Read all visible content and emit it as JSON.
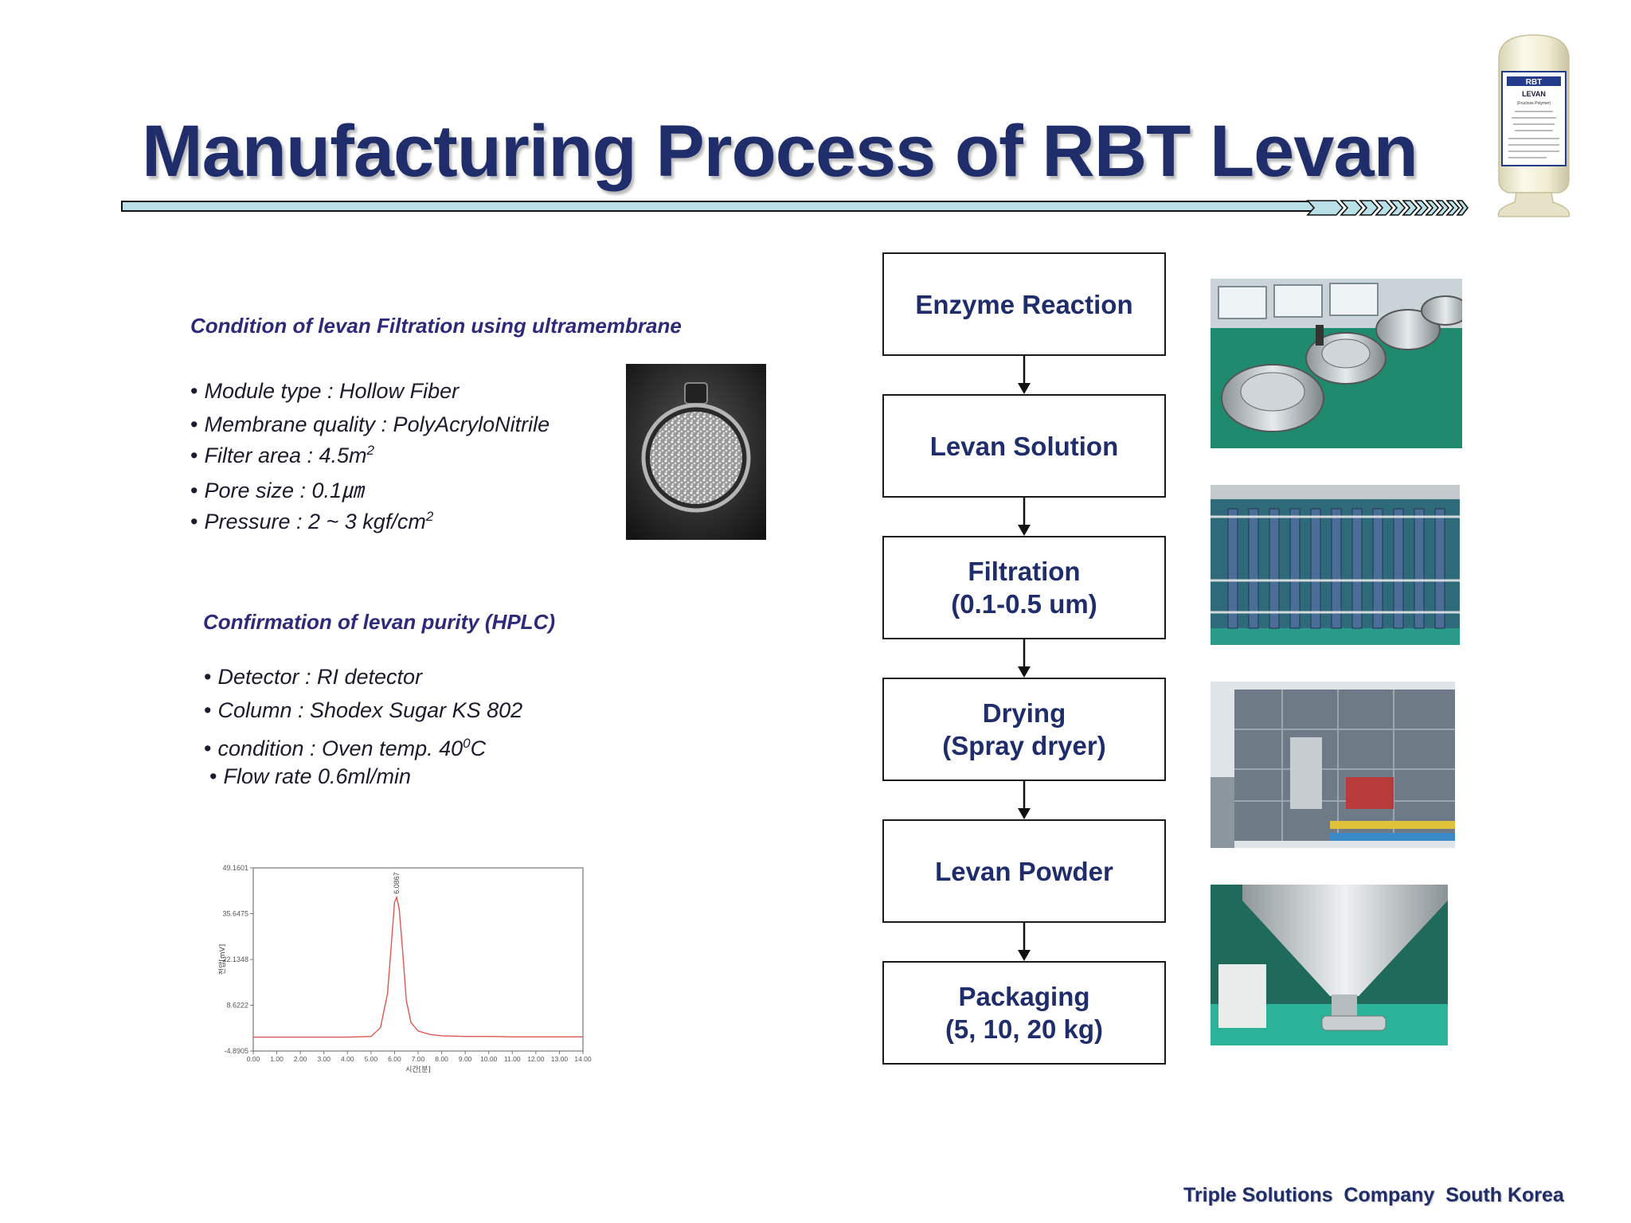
{
  "title": "Manufacturing Process of RBT Levan",
  "filtration": {
    "heading": "Condition of levan Filtration using ultramembrane",
    "items": [
      {
        "label": "Module type : Hollow Fiber",
        "sup": ""
      },
      {
        "label": "Membrane quality : PolyAcryloNitrile",
        "sup": ""
      },
      {
        "label": "Filter area : 4.5m",
        "sup": "2"
      },
      {
        "label": "Pore size : 0.1㎛",
        "sup": ""
      },
      {
        "label": "Pressure : 2  ~ 3 kgf/cm",
        "sup": "2"
      }
    ]
  },
  "hplc": {
    "heading": "Confirmation of levan purity (HPLC)",
    "items": [
      {
        "label": "Detector : RI detector",
        "sup": "",
        "suffix": ""
      },
      {
        "label": "Column : Shodex Sugar KS 802",
        "sup": "",
        "suffix": ""
      },
      {
        "label": "condition : Oven temp. 40",
        "sup": "0",
        "suffix": "C"
      },
      {
        "label": "Flow rate 0.6ml/min",
        "sup": "",
        "suffix": ""
      }
    ]
  },
  "chart_data": {
    "type": "line",
    "title": "",
    "xlabel": "시간[분]",
    "ylabel": "전압[mV]",
    "xlim": [
      0,
      14
    ],
    "ylim": [
      -4.8905,
      49.1601
    ],
    "x_ticks": [
      "0.00",
      "1.00",
      "2.00",
      "3.00",
      "4.00",
      "5.00",
      "6.00",
      "7.00",
      "8.00",
      "9.00",
      "10.00",
      "11.00",
      "12.00",
      "13.00",
      "14.00"
    ],
    "y_ticks": [
      "49.1601",
      "35.6475",
      "22.1348",
      "8.6222",
      "-4.8905"
    ],
    "peak_label": "6.0867",
    "series": [
      {
        "color": "#e0564f",
        "x": [
          0,
          1,
          2,
          3,
          4,
          5,
          5.4,
          5.7,
          5.9,
          6.0,
          6.09,
          6.2,
          6.35,
          6.5,
          6.7,
          7.0,
          7.5,
          8,
          9,
          10,
          11,
          12,
          13,
          14
        ],
        "y": [
          -0.8,
          -0.8,
          -0.8,
          -0.8,
          -0.8,
          -0.6,
          2,
          12,
          30,
          39,
          40.5,
          37,
          24,
          10,
          3.5,
          1,
          0,
          -0.4,
          -0.6,
          -0.6,
          -0.7,
          -0.7,
          -0.7,
          -0.7
        ]
      }
    ]
  },
  "flow": {
    "steps": [
      {
        "line1": "Enzyme Reaction",
        "line2": ""
      },
      {
        "line1": "Levan Solution",
        "line2": ""
      },
      {
        "line1": "Filtration",
        "line2": "(0.1-0.5 um)"
      },
      {
        "line1": "Drying",
        "line2": "(Spray dryer)"
      },
      {
        "line1": "Levan Powder",
        "line2": ""
      },
      {
        "line1": "Packaging",
        "line2": "(5, 10, 20 kg)"
      }
    ]
  },
  "bottle_label": {
    "brand": "RBT",
    "product": "LEVAN",
    "sub": "(Fructose Polymer)"
  },
  "footer": "Triple Solutions  Company  South Korea"
}
